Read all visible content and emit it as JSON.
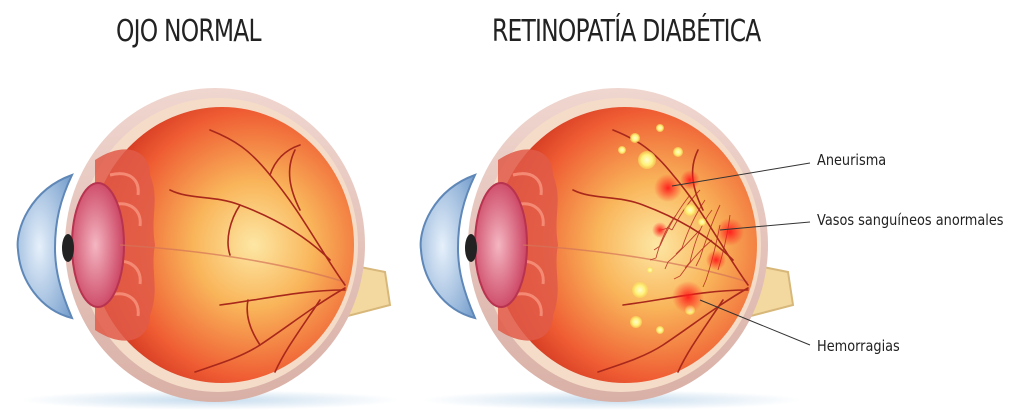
{
  "titles": {
    "normal_eye": "OJO NORMAL",
    "diabetic_eye": "RETINOPATÍA DIABÉTICA"
  },
  "labels": {
    "aneurysm": "Aneurisma",
    "abnormal_vessels": "Vasos sanguíneos anormales",
    "hemorrhages": "Hemorragias"
  },
  "colors": {
    "sclera": "#e8c9c0",
    "retina": "#e8452c",
    "retina_glow": "#fbd27a",
    "cornea": "#8fb5d9",
    "lens": "#d84a6a",
    "vessel": "#a8281c",
    "exudate": "#fff27a",
    "hemorrhage": "#ff2a2a"
  }
}
